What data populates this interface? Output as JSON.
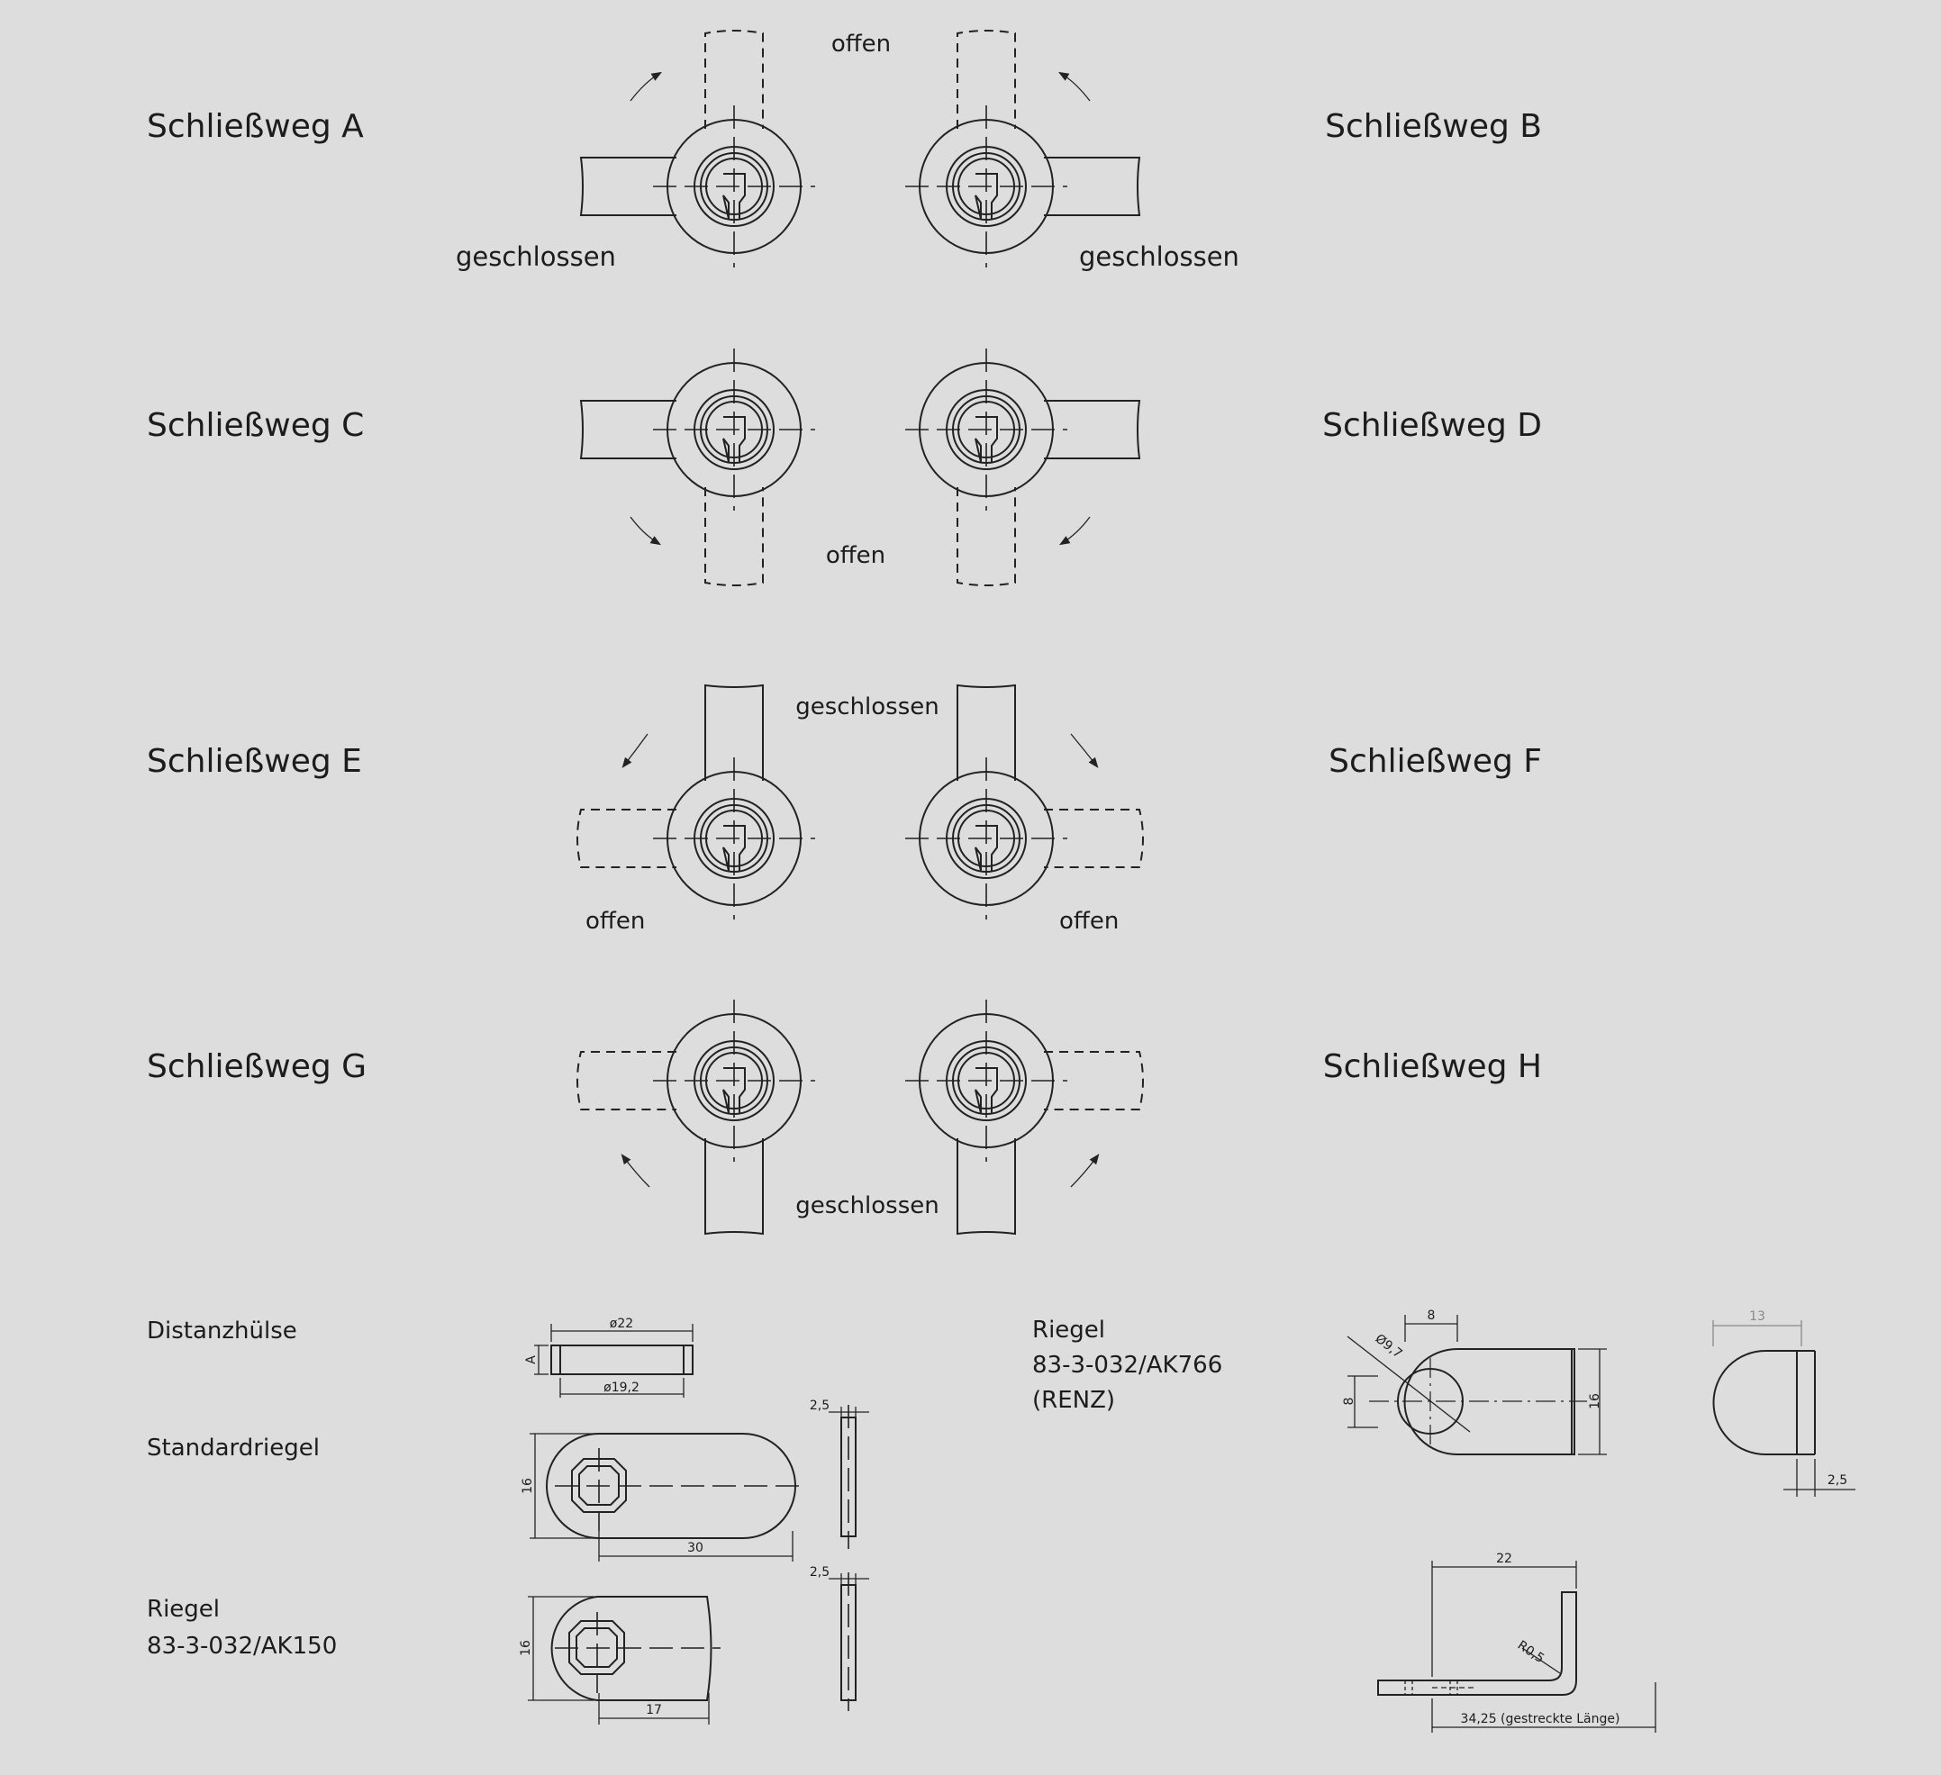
{
  "colors": {
    "background": "#dddddd",
    "ink": "#1c1c1c",
    "grey_dim": "#8a8a8a"
  },
  "rows": [
    {
      "left": "Schließweg A",
      "right": "Schließweg B",
      "center": "offen",
      "left_state": "geschlossen",
      "right_state": "geschlossen"
    },
    {
      "left": "Schließweg C",
      "right": "Schließweg D",
      "center": "offen"
    },
    {
      "left": "Schließweg E",
      "right": "Schließweg F",
      "center": "geschlossen",
      "left_state": "offen",
      "right_state": "offen"
    },
    {
      "left": "Schließweg G",
      "right": "Schließweg H",
      "center": "geschlossen"
    }
  ],
  "parts": {
    "distanzhuelse": {
      "label": "Distanzhülse",
      "d_outer": "ø22",
      "d_inner": "ø19,2",
      "height": "A"
    },
    "standardriegel": {
      "label": "Standardriegel",
      "width": "16",
      "length": "30",
      "thickness": "2,5"
    },
    "ak150": {
      "label_line1": "Riegel",
      "label_line2": "83-3-032/AK150",
      "width": "16",
      "length": "17",
      "thickness": "2,5"
    },
    "ak766": {
      "label_line1": "Riegel",
      "label_line2": "83-3-032/AK766",
      "label_line3": "(RENZ)",
      "diameter": "Ø9,7",
      "top": "8",
      "side_left": "8",
      "side_right": "16",
      "top_grey": "13",
      "thickness": "2,5",
      "length": "22",
      "radius": "R0,5",
      "stretched": "34,25  (gestreckte Länge)"
    }
  }
}
